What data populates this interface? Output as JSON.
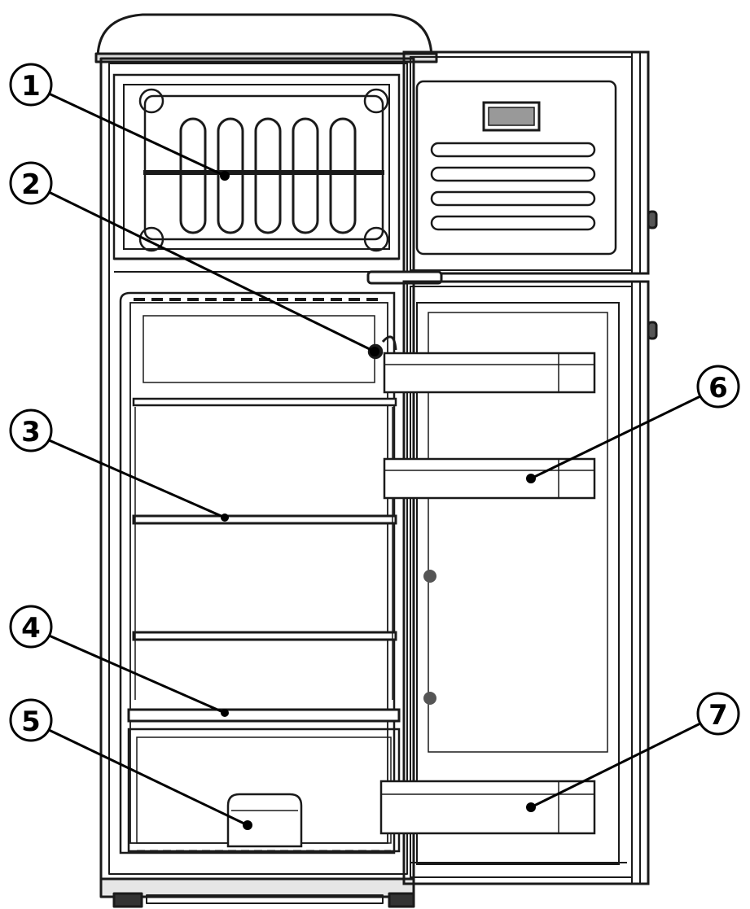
{
  "diagram": {
    "callouts": [
      {
        "id": "1",
        "label": "1"
      },
      {
        "id": "2",
        "label": "2"
      },
      {
        "id": "3",
        "label": "3"
      },
      {
        "id": "4",
        "label": "4"
      },
      {
        "id": "5",
        "label": "5"
      },
      {
        "id": "6",
        "label": "6"
      },
      {
        "id": "7",
        "label": "7"
      }
    ],
    "colors": {
      "line": "#1a1a1a",
      "fill": "#ffffff",
      "shade": "#d9d9d9"
    }
  }
}
